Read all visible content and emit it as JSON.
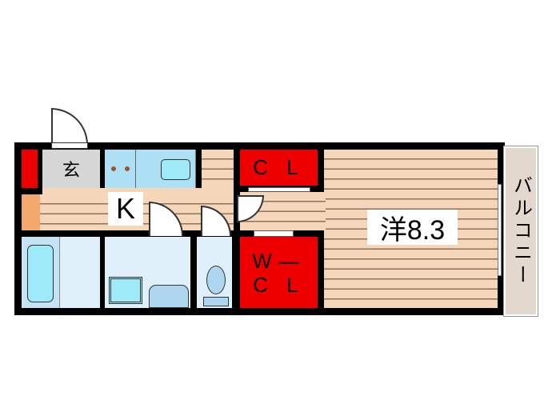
{
  "rooms": {
    "entrance": "玄",
    "kitchen": "K",
    "closet": "C L",
    "walk_in_closet_line1": "W—",
    "walk_in_closet_line2": "C L",
    "western_room": "洋8.3",
    "balcony": "バルコニー"
  },
  "colors": {
    "wall": "#000000",
    "floor": "#f6d6b8",
    "closet": "#ee0000",
    "wet_area": "#dff0fb",
    "balcony": "#e2d8cd"
  }
}
